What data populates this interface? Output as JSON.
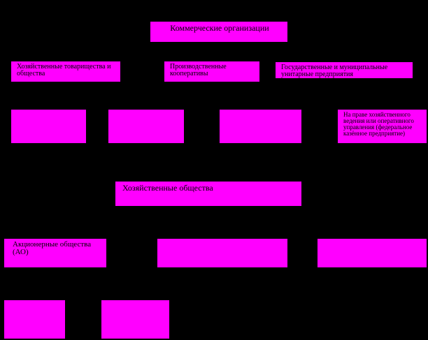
{
  "diagram": {
    "root": {
      "label": "Коммерческие организации"
    },
    "level1": [
      {
        "label": "Хозяйственные товарищества и общества"
      },
      {
        "label": "Производственные кооперативы"
      },
      {
        "label": "Государственные и муниципальные унитарные предприятия"
      }
    ],
    "level2": [
      {
        "label": ""
      },
      {
        "label": ""
      },
      {
        "label": ""
      },
      {
        "label": "На праве хозяйственного ведения или оперативного управления (федеральное казённое предприятие)"
      }
    ],
    "group": {
      "label": "Хозяйственные общества"
    },
    "level3": [
      {
        "label": "Акционерные общества (АО)"
      },
      {
        "label": ""
      },
      {
        "label": ""
      }
    ],
    "level4": [
      {
        "label": ""
      },
      {
        "label": ""
      }
    ]
  },
  "colors": {
    "background": "#000000",
    "box_fill": "#ff00ff",
    "text": "#000000"
  }
}
